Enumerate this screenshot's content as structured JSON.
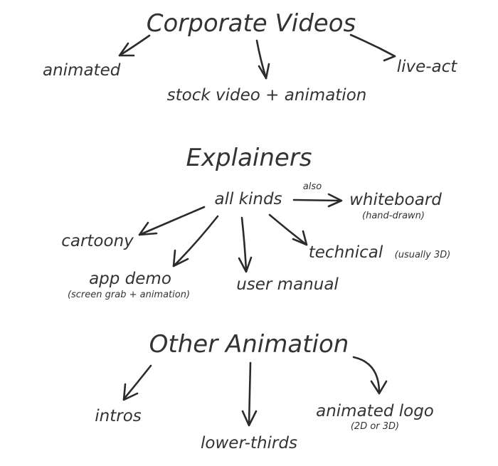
{
  "sections": [
    {
      "title": "Corporate Videos",
      "items": [
        "animated",
        "stock video + animation",
        "live-act"
      ]
    },
    {
      "title": "Explainers",
      "hub": "all kinds",
      "hub_note": "also",
      "items": [
        {
          "label": "whiteboard",
          "note": "(hand-drawn)"
        },
        {
          "label": "cartoony"
        },
        {
          "label": "app demo",
          "note": "(screen grab + animation)"
        },
        {
          "label": "user manual"
        },
        {
          "label": "technical",
          "note": "(usually 3D)"
        }
      ]
    },
    {
      "title": "Other Animation",
      "items": [
        {
          "label": "intros"
        },
        {
          "label": "lower-thirds"
        },
        {
          "label": "animated logo",
          "note": "(2D or 3D)"
        }
      ]
    }
  ]
}
